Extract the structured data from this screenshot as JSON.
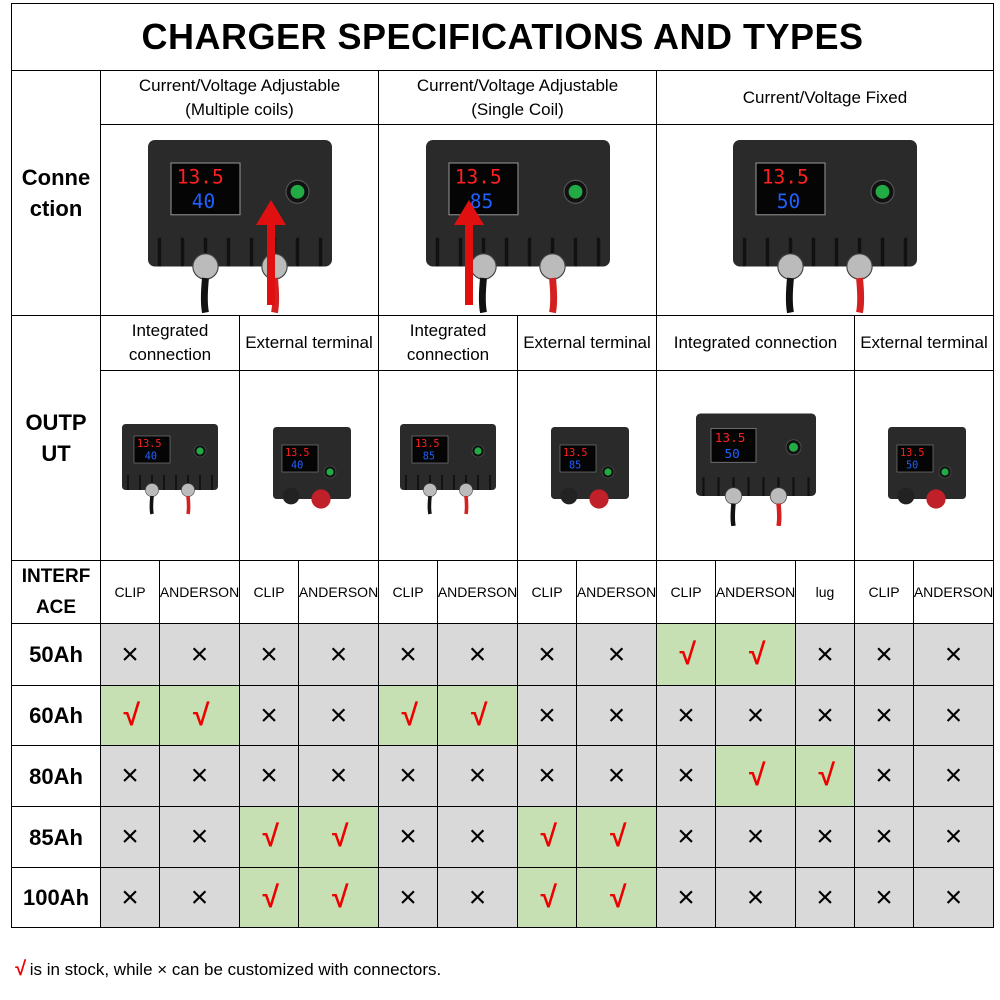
{
  "title": "CHARGER SPECIFICATIONS AND TYPES",
  "row_headers": {
    "connection": "Conne ction",
    "output": "OUTP UT",
    "interface": "INTERF ACE"
  },
  "connection_types": [
    {
      "label": "Current/Voltage Adjustable (Multiple coils)",
      "display": [
        "13.5",
        "40"
      ]
    },
    {
      "label": "Current/Voltage Adjustable (Single Coil)",
      "display": [
        "13.5",
        "85"
      ]
    },
    {
      "label": "Current/Voltage Fixed",
      "display": [
        "13.5",
        "50"
      ]
    }
  ],
  "output_types": [
    "Integrated connection",
    "External terminal",
    "Integrated connection",
    "External terminal",
    "Integrated connection",
    "External terminal"
  ],
  "interfaces": [
    "CLIP",
    "ANDERSON",
    "CLIP",
    "ANDERSON",
    "CLIP",
    "ANDERSON",
    "CLIP",
    "ANDERSON",
    "CLIP",
    "ANDERSON",
    "lug",
    "CLIP",
    "ANDERSON"
  ],
  "symbols": {
    "in_stock": "√",
    "custom": "×"
  },
  "rows": [
    {
      "capacity": "50Ah",
      "stock": [
        0,
        0,
        0,
        0,
        0,
        0,
        0,
        0,
        1,
        1,
        0,
        0,
        0
      ]
    },
    {
      "capacity": "60Ah",
      "stock": [
        1,
        1,
        0,
        0,
        1,
        1,
        0,
        0,
        0,
        0,
        0,
        0,
        0
      ]
    },
    {
      "capacity": "80Ah",
      "stock": [
        0,
        0,
        0,
        0,
        0,
        0,
        0,
        0,
        0,
        1,
        1,
        0,
        0
      ]
    },
    {
      "capacity": "85Ah",
      "stock": [
        0,
        0,
        1,
        1,
        0,
        0,
        1,
        1,
        0,
        0,
        0,
        0,
        0
      ]
    },
    {
      "capacity": "100Ah",
      "stock": [
        0,
        0,
        1,
        1,
        0,
        0,
        1,
        1,
        0,
        0,
        0,
        0,
        0
      ]
    }
  ],
  "footnote": {
    "mark": "√",
    "text": " is in stock, while × can be customized with connectors."
  },
  "colors": {
    "stock": "#c6e0b4",
    "custom": "#d9d9d9",
    "check": "#e00000"
  }
}
